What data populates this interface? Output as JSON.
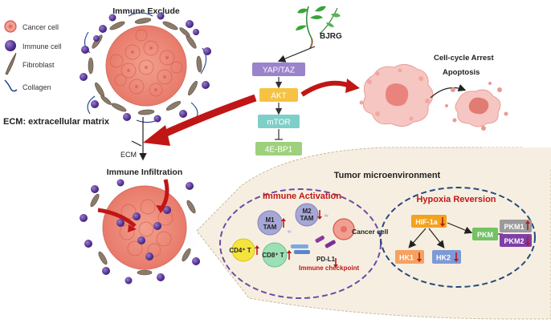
{
  "legend": {
    "items": [
      {
        "label": "Cancer cell",
        "icon": "cancer-cell-icon"
      },
      {
        "label": "Immune cell",
        "icon": "immune-cell-icon"
      },
      {
        "label": "Fibroblast",
        "icon": "fibroblast-icon"
      },
      {
        "label": "Collagen",
        "icon": "collagen-icon"
      }
    ]
  },
  "titles": {
    "immune_exclude": "Immune Exclude",
    "immune_infiltration": "Immune Infiltration",
    "ecm_definition": "ECM: extracellular matrix",
    "ecm": "ECM",
    "tumor_microenvironment": "Tumor microenvironment",
    "cell_cycle_arrest": "Cell-cycle Arrest",
    "apoptosis": "Apoptosis"
  },
  "drug": {
    "label": "BJRG",
    "icon": "herb-plant-icon"
  },
  "pathway": {
    "yap_taz": "YAP/TAZ",
    "akt": "AKT",
    "mtor": "mTOR",
    "bp1": "4E-BP1"
  },
  "immune_activation": {
    "title": "Immune Activation",
    "m1": [
      "M1",
      "TAM"
    ],
    "m2": [
      "M2",
      "TAM"
    ],
    "cd4": "CD4⁺ T",
    "cd8": "CD8⁺ T",
    "pdl1": "PD-L1",
    "cancer_cell": "Cancer cell",
    "checkpoint": "Immune checkpoint"
  },
  "hypoxia": {
    "title": "Hypoxia Reversion",
    "hif": "HIF-1a",
    "pkm": "PKM",
    "pkm1": "PKM1",
    "pkm2": "PKM2",
    "hk1": "HK1",
    "hk2": "HK2"
  },
  "colors": {
    "purple": "#9b82cc",
    "orange": "#f5c341",
    "teal": "#7fcfc9",
    "green": "#9fd07d",
    "dark_red": "#c01616",
    "immune_purple": "#5b3a99",
    "hif_orange": "#f4a21e",
    "hk_orange": "#f5a161",
    "hk_blue": "#7d9ad6",
    "pkm_green": "#73c264",
    "pkm1_gray": "#9b9b9b",
    "pkm2_purple": "#7e3fa6",
    "tme_beige": "#f6efe1"
  }
}
